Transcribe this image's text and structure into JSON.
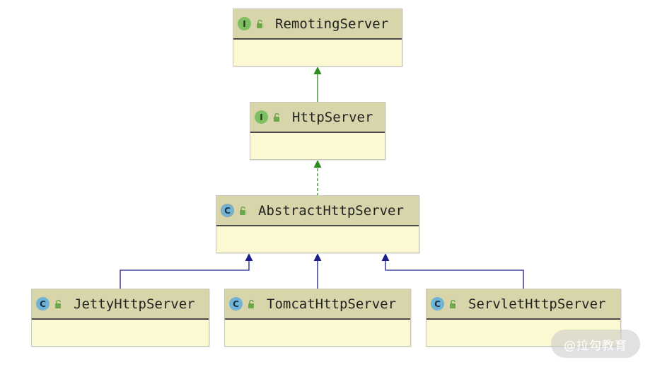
{
  "diagram": {
    "colors": {
      "implements": "#2e8b1f",
      "extends": "#1a1f8c",
      "header_bg": "#d7d5a9",
      "body_bg": "#fbf8d2",
      "interface_icon": "#7fbf63",
      "class_icon": "#6fb3d6",
      "lock": "#6fa84a"
    },
    "nodes": [
      {
        "id": "remoting",
        "name": "RemotingServer",
        "kind_label": "I",
        "kind": "interface",
        "icon": "interface-icon"
      },
      {
        "id": "http",
        "name": "HttpServer",
        "kind_label": "I",
        "kind": "interface",
        "icon": "interface-icon"
      },
      {
        "id": "abstract",
        "name": "AbstractHttpServer",
        "kind_label": "C",
        "kind": "abstract",
        "icon": "abstract-class-icon"
      },
      {
        "id": "jetty",
        "name": "JettyHttpServer",
        "kind_label": "C",
        "kind": "class",
        "icon": "class-icon"
      },
      {
        "id": "tomcat",
        "name": "TomcatHttpServer",
        "kind_label": "C",
        "kind": "class",
        "icon": "class-icon"
      },
      {
        "id": "servlet",
        "name": "ServletHttpServer",
        "kind_label": "C",
        "kind": "class",
        "icon": "class-icon"
      }
    ],
    "edges": [
      {
        "from": "http",
        "to": "remoting",
        "type": "extends-interface",
        "style": "solid",
        "color": "#2e8b1f"
      },
      {
        "from": "abstract",
        "to": "http",
        "type": "implements",
        "style": "dashed",
        "color": "#2e8b1f"
      },
      {
        "from": "jetty",
        "to": "abstract",
        "type": "extends",
        "style": "solid",
        "color": "#1a1f8c"
      },
      {
        "from": "tomcat",
        "to": "abstract",
        "type": "extends",
        "style": "solid",
        "color": "#1a1f8c"
      },
      {
        "from": "servlet",
        "to": "abstract",
        "type": "extends",
        "style": "solid",
        "color": "#1a1f8c"
      }
    ]
  },
  "watermark": {
    "text": "@拉勾教育"
  }
}
